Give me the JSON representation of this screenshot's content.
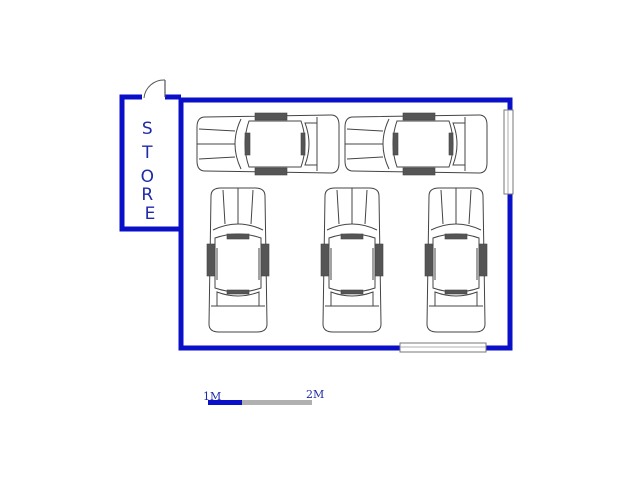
{
  "room_label": "STORE",
  "room_label_letters": [
    "S",
    "T",
    "O",
    "R",
    "E"
  ],
  "scale_bar": {
    "start_label": "1M",
    "end_label": "2M"
  },
  "colors": {
    "wall": "#0a10c8",
    "label": "#1e2aa8",
    "scale_grey": "#b0b0b0"
  }
}
